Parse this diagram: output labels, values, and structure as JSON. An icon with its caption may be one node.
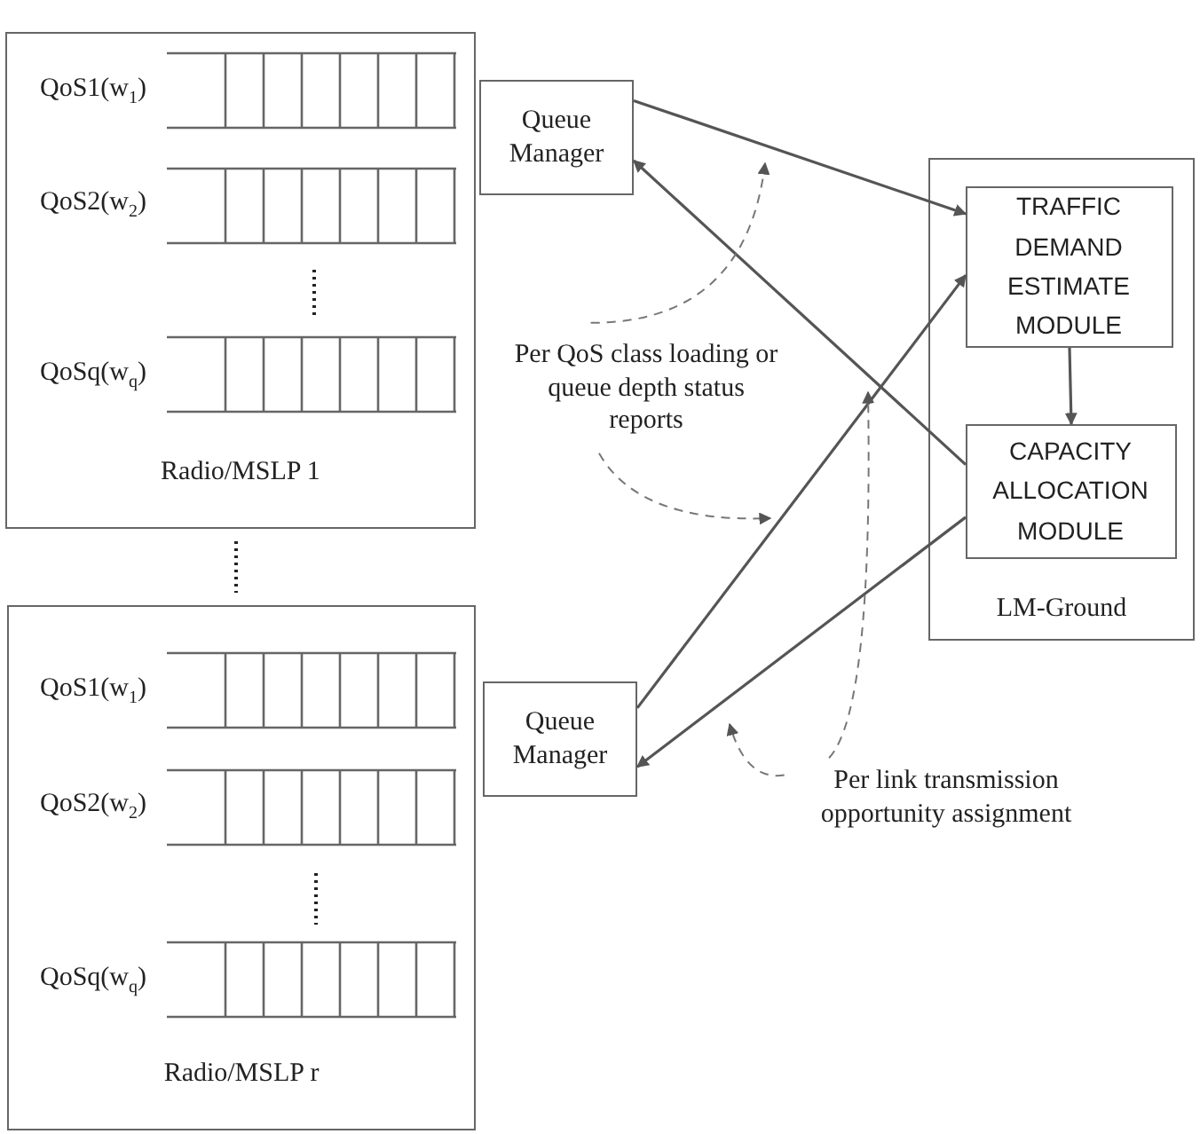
{
  "diagram": {
    "nodes": [
      {
        "text": [
          "Radio/MSLP 1"
        ]
      },
      {
        "text": [
          "QoS1(w$_{1}$)"
        ],
        "in": 0
      },
      {
        "text": [
          "QoS2(w$_{2}$)"
        ],
        "in": 0
      },
      {
        "text": [
          "QoSq(w$_{q}$)"
        ],
        "in": 0
      },
      {
        "text": [
          "Queue Manager"
        ]
      },
      {
        "text": [
          "LM-Ground"
        ]
      },
      {
        "text": [
          "TRAFFIC DEMAND ESTIMATE MODULE"
        ],
        "in": 5
      },
      {
        "text": [
          "CAPACITY ALLOCATION MODULE"
        ],
        "in": 5
      },
      {
        "text": [
          "Per QoS class loading or queue depth status reports"
        ]
      },
      {
        "text": [
          "Radio/MSLP r"
        ]
      },
      {
        "text": [
          "QoS1(w$_{1}$)"
        ],
        "in": 9
      },
      {
        "text": [
          "QoS2(w$_{2}$)"
        ],
        "in": 9
      },
      {
        "text": [
          "QoSq(w$_{q}$)"
        ],
        "in": 9
      },
      {
        "text": [
          "Queue Manager"
        ]
      },
      {
        "text": [
          "Per link transmission opportunity assignment"
        ]
      }
    ],
    "edges": [
      {
        "from": 4,
        "to": 6,
        "arrow": "to"
      },
      {
        "from": 7,
        "to": 4,
        "arrow": "to"
      },
      {
        "from": 13,
        "to": 6,
        "arrow": "to"
      },
      {
        "from": 7,
        "to": 13,
        "arrow": "to"
      },
      {
        "from": 6,
        "to": 7,
        "arrow": "to"
      },
      {
        "from": 8,
        "to": null,
        "arrow": "to",
        "style": "dashed"
      },
      {
        "from": 8,
        "to": null,
        "arrow": "to",
        "style": "dashed"
      },
      {
        "from": 14,
        "to": null,
        "arrow": "to",
        "style": "dashed"
      },
      {
        "from": 14,
        "to": null,
        "arrow": "to",
        "style": "dashed"
      }
    ]
  }
}
